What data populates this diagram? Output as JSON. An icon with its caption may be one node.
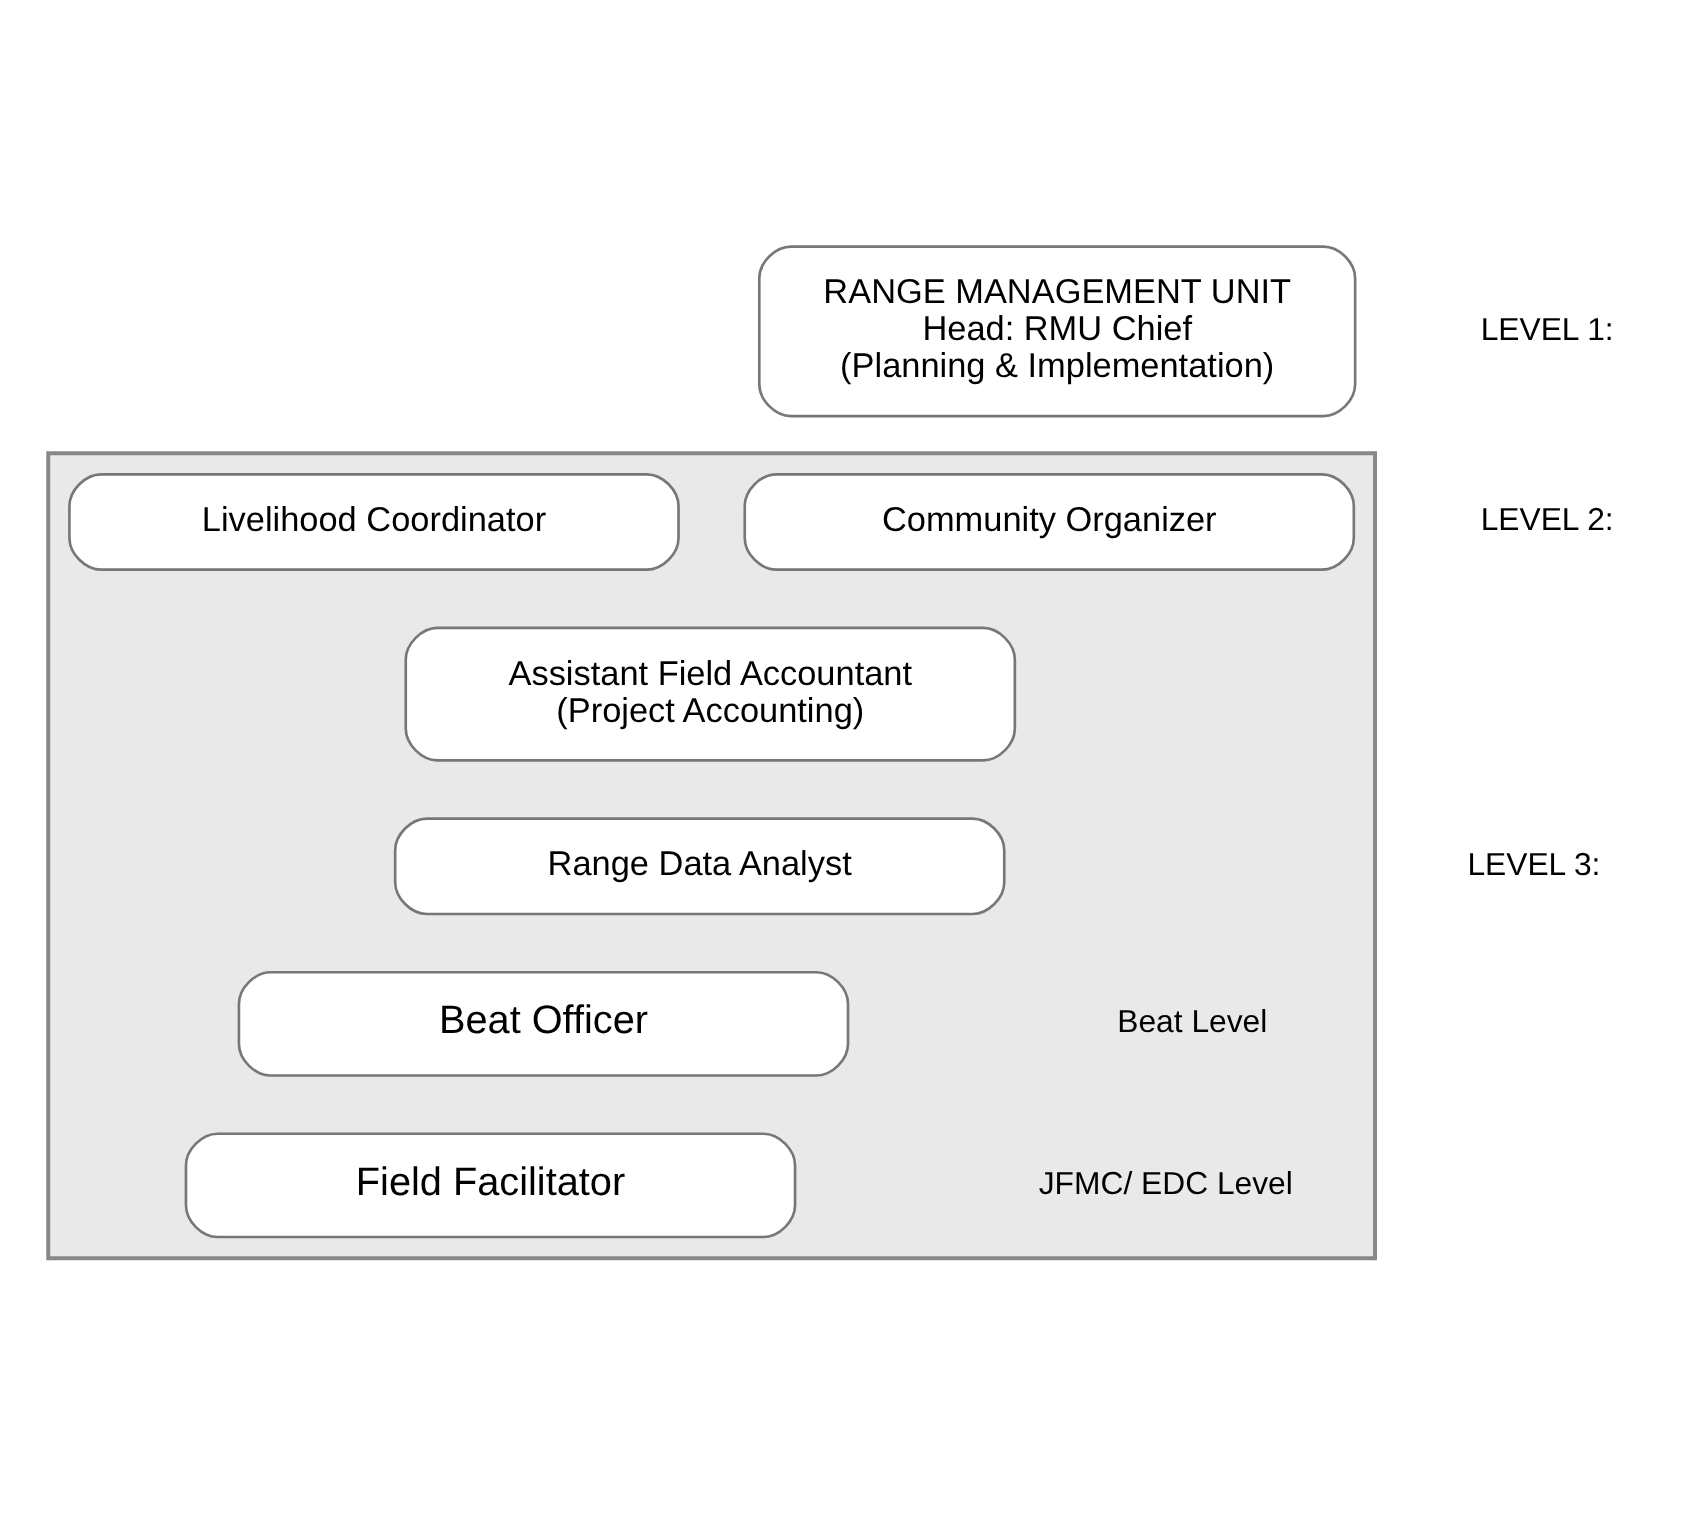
{
  "diagram": {
    "nodes": [
      {
        "text": [
          "RANGE MANAGEMENT UNIT Head: RMU Chief (Planning & Implementation)"
        ]
      },
      {
        "text": [],
        "shape": "pentagon"
      },
      {
        "text": [
          "Community Organizer"
        ],
        "in": 1
      },
      {
        "text": [
          "Livelihood Coordinator"
        ],
        "in": 1
      },
      {
        "text": [
          "Assistant Field Accountant (Project Accounting)"
        ],
        "in": 1
      },
      {
        "text": [
          "Range Data Analyst"
        ],
        "in": 1
      },
      {
        "text": [
          "Beat Officer"
        ],
        "in": 1
      },
      {
        "text": [
          "Field Facilitator"
        ],
        "in": 1
      }
    ],
    "edges": [],
    "labels": [
      "LEVEL 1:",
      "LEVEL 2:",
      "LEVEL 3:",
      "Beat Level",
      "JFMC/ EDC Level"
    ]
  }
}
